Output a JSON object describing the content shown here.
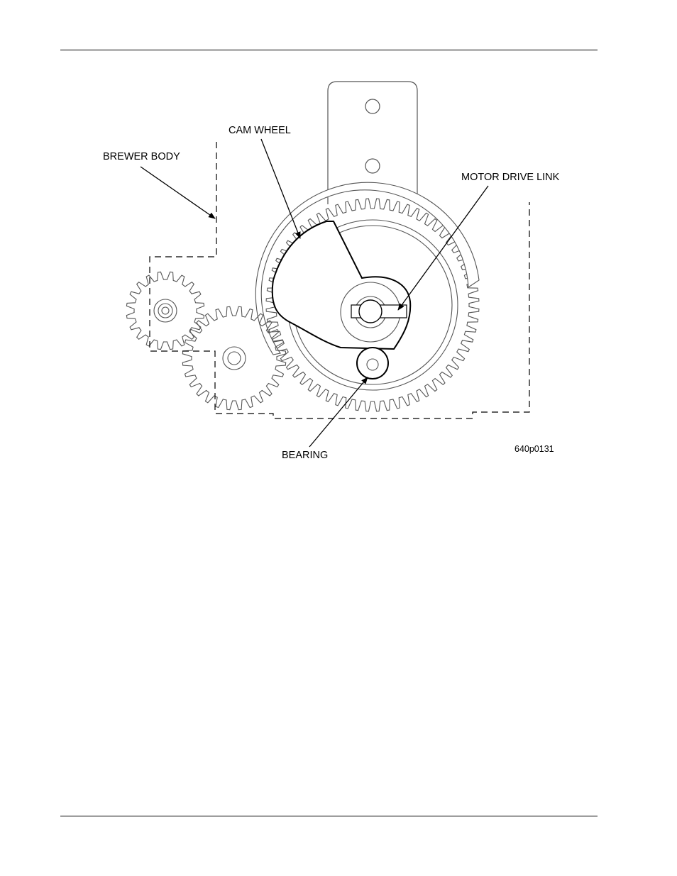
{
  "labels": {
    "cam_wheel": "CAM WHEEL",
    "brewer_body": "BREWER BODY",
    "motor_drive_link": "MOTOR DRIVE LINK",
    "bearing": "BEARING",
    "figure_id": "640p0131"
  },
  "colors": {
    "ink": "#000000",
    "gear_stroke": "#555555",
    "paper": "#ffffff"
  }
}
